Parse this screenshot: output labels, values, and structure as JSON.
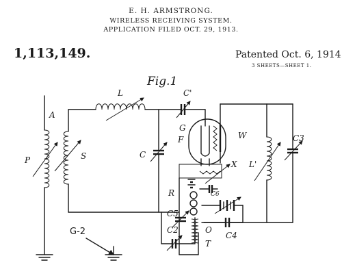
{
  "header": {
    "inventor": "E. H. ARMSTRONG.",
    "title": "WIRELESS RECEIVING SYSTEM.",
    "application": "APPLICATION FILED OCT. 29, 1913.",
    "patent_number": "1,113,149.",
    "patented": "Patented Oct. 6, 1914.",
    "sheets": "3 SHEETS—SHEET 1."
  },
  "figure": {
    "title": "Fig.1",
    "labels": {
      "A": "A",
      "P": "P",
      "S": "S",
      "L": "L",
      "C1": "C'",
      "C": "C",
      "G": "G",
      "F": "F",
      "W": "W",
      "L2": "L'",
      "C3": "C3",
      "X": "X",
      "R": "R",
      "C6": "C6",
      "C5": "C5",
      "C2": "C2",
      "O": "O",
      "C4": "C4",
      "T": "T"
    },
    "annotation": "G-2"
  }
}
